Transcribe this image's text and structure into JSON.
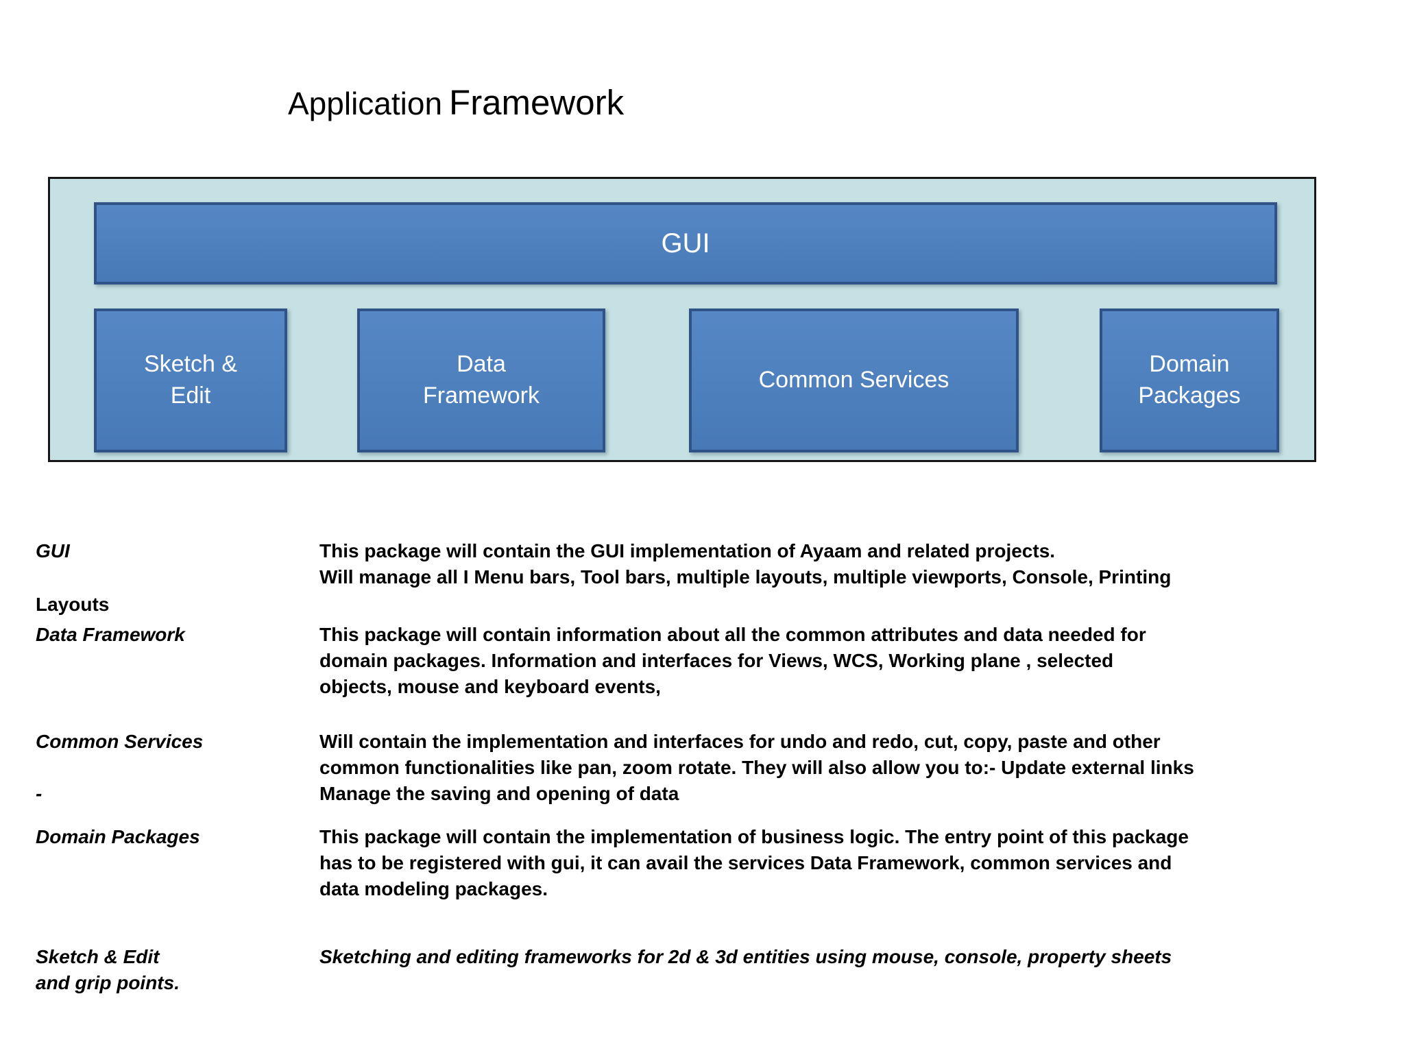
{
  "title": {
    "part1": "Application",
    "part2": "Framework"
  },
  "colors": {
    "container_bg": "#c5e1e3",
    "container_border": "#161616",
    "box_fill": "#4d80bd",
    "box_border": "#2f5387",
    "box_text": "#ffffff",
    "body_text": "#000000"
  },
  "diagram": {
    "gui_label": "GUI",
    "boxes": [
      {
        "label": "Sketch &\nEdit"
      },
      {
        "label": "Data\nFramework"
      },
      {
        "label": "Common Services"
      },
      {
        "label": "Domain\nPackages"
      }
    ]
  },
  "glossary": [
    {
      "term": "GUI",
      "def": "This package will contain the GUI implementation of Ayaam and related projects.\nWill manage all I Menu bars, Tool bars, multiple layouts, multiple viewports, Console, Printing"
    },
    {
      "term": "Layouts",
      "def": ""
    },
    {
      "term": "Data Framework",
      "def": "This package will contain information about all the common attributes and data needed for\ndomain packages. Information  and interfaces for Views, WCS, Working plane , selected\nobjects, mouse and keyboard events,"
    },
    {
      "term": "Common Services\n\n-",
      "def": "Will contain the implementation and interfaces for undo and redo, cut, copy, paste and other\ncommon functionalities like pan, zoom rotate. They will also allow you to:- Update external links\nManage the saving and opening of data"
    },
    {
      "term": "Domain Packages",
      "def": "This package will contain the implementation of business logic. The entry point of this package\nhas to be registered with gui, it can avail the services Data Framework, common services and\ndata modeling packages."
    },
    {
      "term": "Sketch & Edit\nand grip points.",
      "def": "Sketching and editing frameworks for 2d & 3d entities using mouse, console, property sheets"
    }
  ]
}
